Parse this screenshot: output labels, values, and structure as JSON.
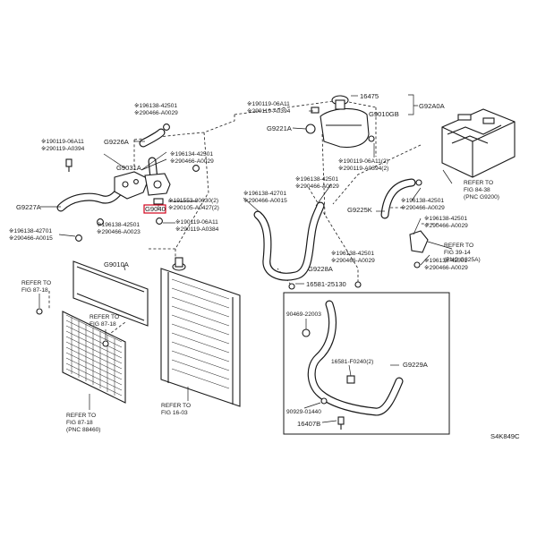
{
  "labels": {
    "g9226a_a": "※196138-42501",
    "g9226a_b": "※290466-A0029",
    "g9226a": "G9226A",
    "top_left_a": "※190119-06A11",
    "top_left_b": "※290119-A0394",
    "g9031a": "G9031A",
    "mid_a": "※196134-42501",
    "mid_b": "※290466-A0029",
    "g9227a": "G9227A",
    "g9040": "G9040",
    "c_a": "※191553-80630(2)",
    "c_b": "※290105-A0427(2)",
    "d_a": "※196138-42501",
    "d_b": "※290466-A0023",
    "e_a": "※190119-06A11",
    "e_b": "※290119-A0384",
    "f_a": "※196138-42701",
    "f_b": "※290466-A0015",
    "g9010a": "G9010A",
    "refer_1a": "REFER TO",
    "refer_1b": "FIG 87-18",
    "refer_2a": "REFER TO",
    "refer_2b": "FIG 87-18",
    "refer_3a": "REFER TO",
    "refer_3b": "FIG 87-18",
    "refer_3c": "(PNC 88460)",
    "refer_4a": "REFER TO",
    "refer_4b": "FIG 16-03",
    "top_mid_a": "※190119-06A11",
    "top_mid_b": "※290119-A0394",
    "p16475": "16475",
    "g9010gb": "G9010GB",
    "g92a0a": "G92A0A",
    "g9221a": "G9221A",
    "h_a": "※190119-06A11(2)",
    "h_b": "※290119-A0394(2)",
    "i_a": "※196138-42701",
    "i_b": "※290466-A0015",
    "j_a": "※196138-42501",
    "j_b": "※290466-A0029",
    "g9225k": "G9225K",
    "k_a": "※196138-42501",
    "k_b": "※290466-A0029",
    "l_a": "※196138-42501",
    "l_b": "※290466-A0029",
    "m_a": "※196138-42501",
    "m_b": "※290466-A0029",
    "n_a": "※196138-42501",
    "n_b": "※290466-A0029",
    "refer_5a": "REFER TO",
    "refer_5b": "FIG 84-38",
    "refer_5c": "(PNC G9200)",
    "refer_6a": "REFER TO",
    "refer_6b": "FIG 39-14",
    "refer_6c": "(PNC G325A)",
    "g9228a": "G9228A",
    "p16581_a": "16581-25130",
    "p90469": "90469-22003",
    "p16581_b": "16581-F0240(2)",
    "g9229a": "G9229A",
    "p90929": "90929-01440",
    "p16407b": "16407B",
    "code": "S4K849C"
  }
}
